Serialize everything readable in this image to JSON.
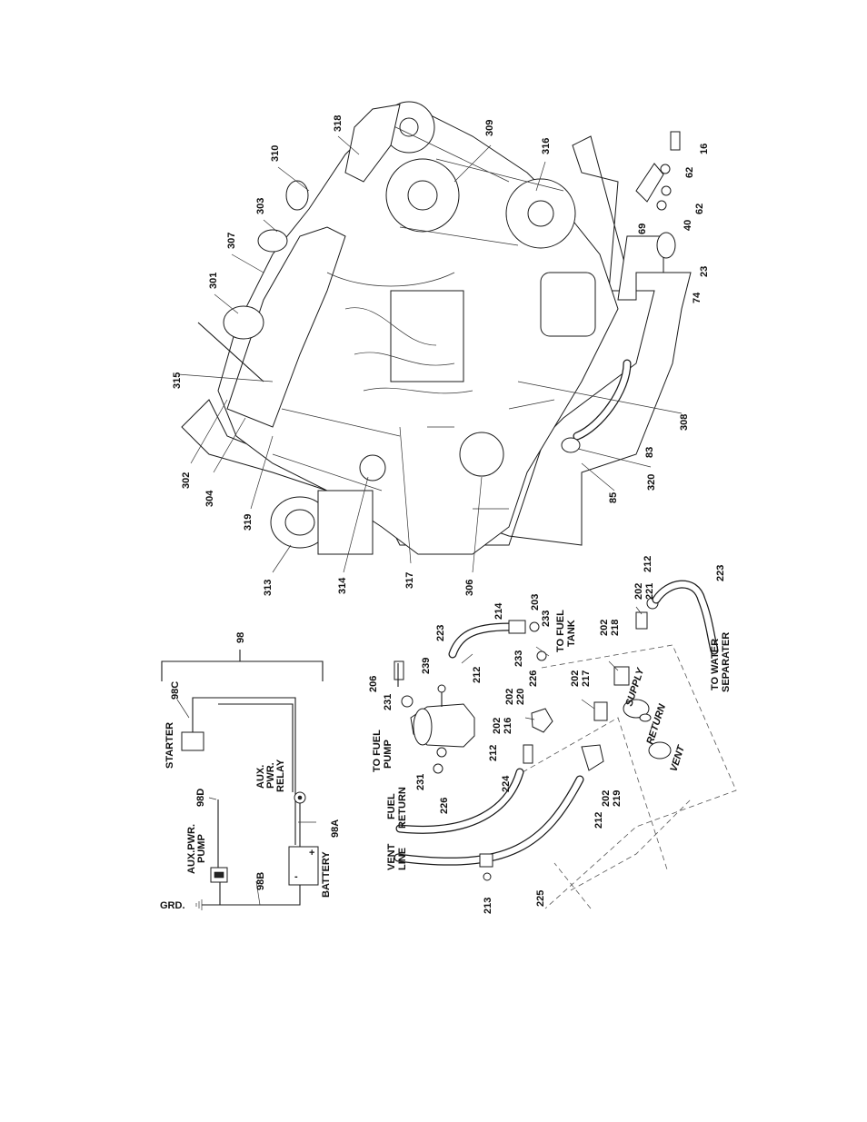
{
  "wiring": {
    "callouts": [
      "98",
      "98A",
      "98B",
      "98C",
      "98D"
    ],
    "components": {
      "starter": "STARTER",
      "aux_pump_line1": "AUX.PWR.",
      "aux_pump_line2": "PUMP",
      "relay_line1": "AUX.",
      "relay_line2": "PWR.",
      "relay_line3": "RELAY",
      "battery": "BATTERY",
      "ground": "GRD."
    }
  },
  "fuel_system": {
    "callouts": [
      "206",
      "231",
      "239",
      "223",
      "214",
      "203",
      "233",
      "233",
      "226",
      "212",
      "202",
      "220",
      "202",
      "216",
      "212",
      "231",
      "226",
      "224",
      "202",
      "217",
      "202",
      "218",
      "202",
      "221",
      "212",
      "223",
      "202",
      "219",
      "212",
      "213",
      "225"
    ],
    "texts": {
      "to_fuel_pump_1": "TO FUEL",
      "to_fuel_pump_2": "PUMP",
      "to_fuel_tank_1": "TO FUEL",
      "to_fuel_tank_2": "TANK",
      "fuel_return_1": "FUEL",
      "fuel_return_2": "RETURN",
      "vent_line_1": "VENT",
      "vent_line_2": "LINE",
      "to_water_sep_1": "TO WATER",
      "to_water_sep_2": "SEPARATER",
      "supply": "SUPPLY",
      "return": "RETURN",
      "vent": "VENT"
    }
  },
  "engine": {
    "callouts": [
      "318",
      "310",
      "303",
      "307",
      "301",
      "315",
      "302",
      "304",
      "319",
      "313",
      "314",
      "317",
      "306",
      "85",
      "320",
      "83",
      "308",
      "74",
      "23",
      "69",
      "40",
      "62",
      "62",
      "16",
      "316",
      "309"
    ]
  }
}
